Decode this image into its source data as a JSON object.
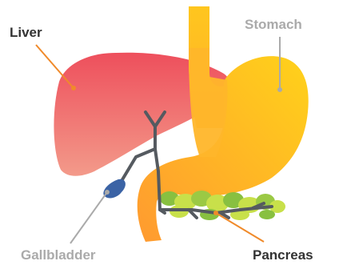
{
  "labels": {
    "liver": "Liver",
    "stomach": "Stomach",
    "gallbladder": "Gallbladder",
    "pancreas": "Pancreas"
  },
  "colors": {
    "liver_label": "#333333",
    "stomach_label": "#aaaaaa",
    "gallbladder_label": "#aaaaaa",
    "pancreas_label": "#333333",
    "leader_orange": "#f08a2a",
    "leader_gray": "#aaaaaa",
    "liver_top": "#ee4f5c",
    "liver_bottom": "#f39a8a",
    "stomach_top": "#ffd21a",
    "stomach_bottom": "#ff9a30",
    "gallbladder": "#3b63a5",
    "ducts": "#555a60",
    "pancreas_light": "#c8e04a",
    "pancreas_dark": "#88c040"
  }
}
